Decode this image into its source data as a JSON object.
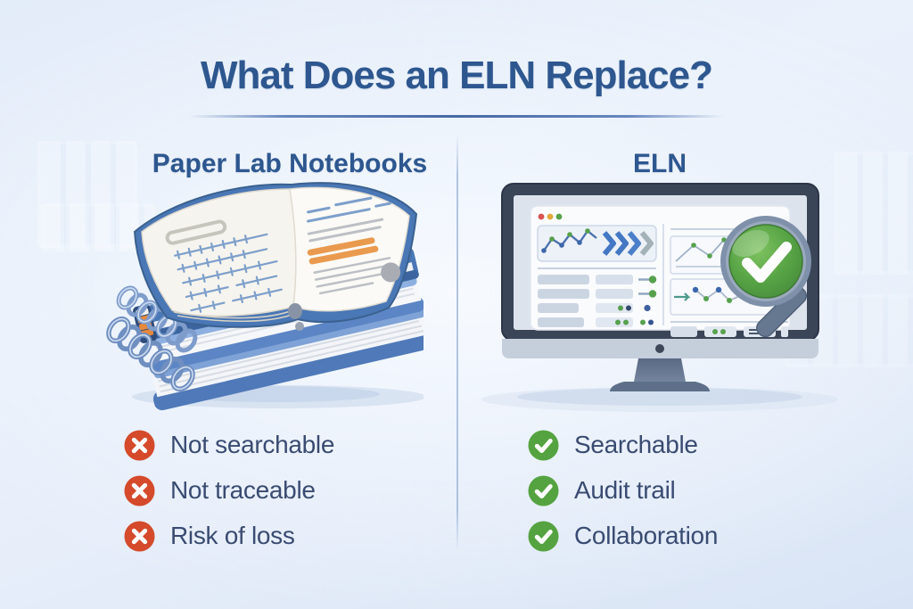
{
  "title": "What Does an ELN Replace?",
  "columns": {
    "left": {
      "heading": "Paper Lab Notebooks",
      "illustration": "stack of spiral and hardcover paper lab notebooks with an open handwritten notebook on top",
      "items": [
        {
          "icon": "cross-icon",
          "label": "Not searchable"
        },
        {
          "icon": "cross-icon",
          "label": "Not traceable"
        },
        {
          "icon": "cross-icon",
          "label": "Risk of loss"
        }
      ]
    },
    "right": {
      "heading": "ELN",
      "illustration": "desktop monitor showing ELN software with molecule sketch, data tables, charts and a magnifying glass with green checkmark",
      "items": [
        {
          "icon": "check-icon",
          "label": "Searchable"
        },
        {
          "icon": "check-icon",
          "label": "Audit trail"
        },
        {
          "icon": "check-icon",
          "label": "Collaboration"
        }
      ]
    }
  },
  "colors": {
    "heading_blue": "#2e578f",
    "body_text": "#3a4b72",
    "cross_red": "#d44a2a",
    "check_green": "#55a340",
    "notebook_blue": "#4a77b5",
    "tab_orange": "#e8883a",
    "monitor_bezel": "#3a4557",
    "lens_green": "#56a243",
    "background_blue": "#e7eefa"
  }
}
